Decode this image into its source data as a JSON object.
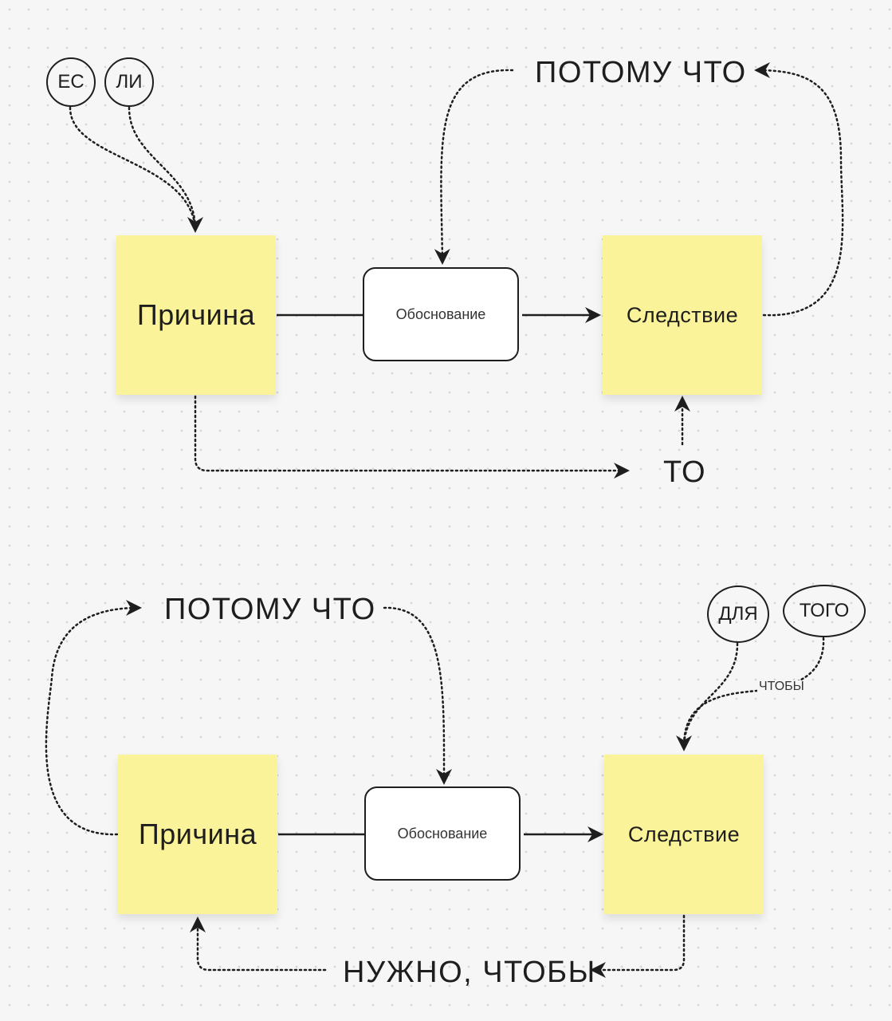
{
  "top": {
    "cause": "Причина",
    "reason": "Обоснование",
    "effect": "Следствие",
    "because": "ПОТОМУ ЧТО",
    "then": "ТО",
    "if_part1": "ЕС",
    "if_part2": "ЛИ"
  },
  "bottom": {
    "cause": "Причина",
    "reason": "Обоснование",
    "effect": "Следствие",
    "because": "ПОТОМУ ЧТО",
    "need_to": "НУЖНО, ЧТОБЫ",
    "for_part1": "ДЛЯ",
    "for_part2": "ТОГО",
    "so_that": "ЧТОБЫ"
  },
  "colors": {
    "sticky": "#fbf39a",
    "line": "#1e1e1e",
    "background": "#f6f6f6"
  }
}
